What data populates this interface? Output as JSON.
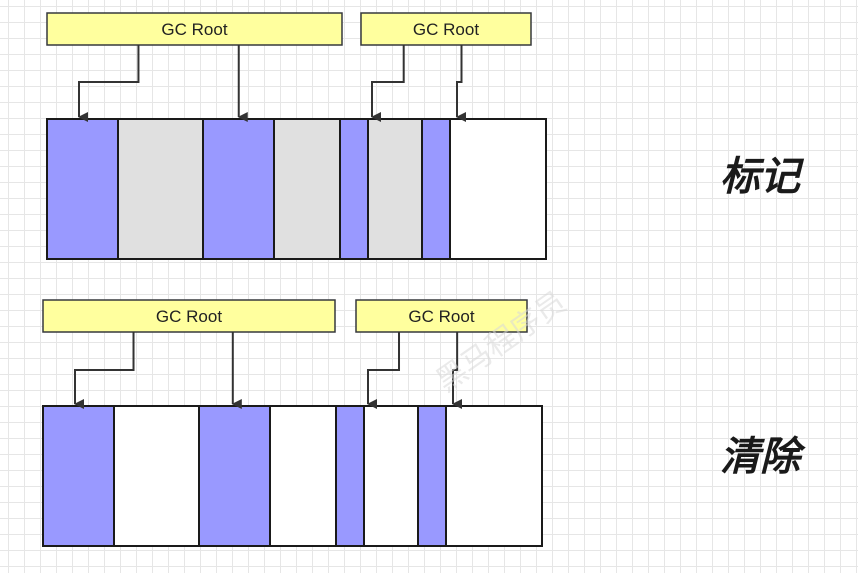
{
  "colors": {
    "live": "#9999ff",
    "garbage": "#e0e0e0",
    "free": "#ffffff",
    "root_fill": "#ffff9e",
    "root_stroke": "#36393d",
    "line": "#333333"
  },
  "panels": [
    {
      "label": "标记",
      "roots": [
        {
          "label": "GC Root",
          "targets": [
            1,
            3
          ]
        },
        {
          "label": "GC Root",
          "targets": [
            5,
            7
          ]
        }
      ],
      "blocks": [
        "live",
        "garbage",
        "live",
        "garbage",
        "live",
        "garbage",
        "live",
        "free"
      ]
    },
    {
      "label": "清除",
      "roots": [
        {
          "label": "GC Root",
          "targets": [
            1,
            3
          ]
        },
        {
          "label": "GC Root",
          "targets": [
            5,
            7
          ]
        }
      ],
      "blocks": [
        "live",
        "free",
        "live",
        "free",
        "live",
        "free",
        "live",
        "free"
      ]
    }
  ],
  "watermark": "黑马程序员"
}
